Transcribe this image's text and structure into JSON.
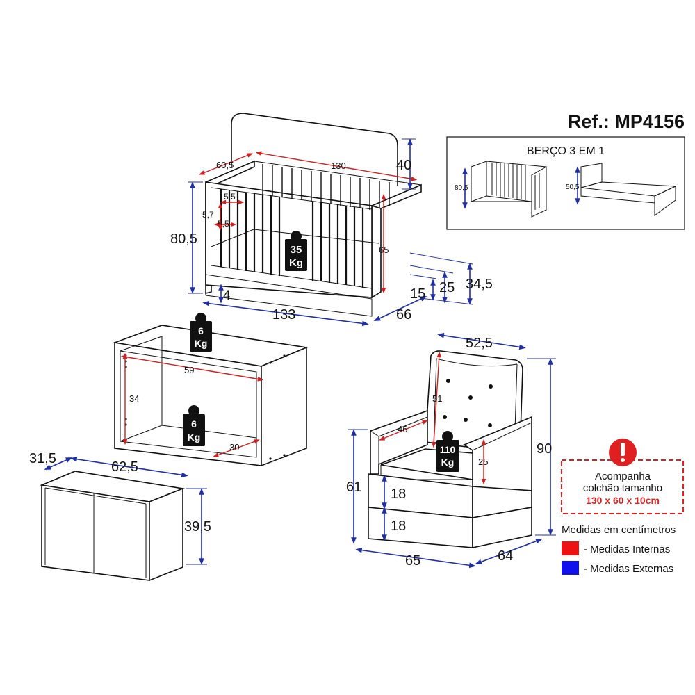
{
  "header": {
    "reference": "Ref.: MP4156"
  },
  "crib_modes_box": {
    "title": "BERÇO 3 EM 1",
    "crib_height": "80,5",
    "bed_height": "50,5"
  },
  "crib": {
    "width_ext": "133",
    "depth_int": "60,5",
    "length_int": "130",
    "headboard_height": "40",
    "height_ext": "80,5",
    "slat_gap_a": "5,5",
    "slat_gap_b": "5,5",
    "slat_width": "5,7",
    "rail_height_int": "65",
    "load": "35",
    "load_unit": "Kg",
    "depth_ext": "66",
    "base_offset": "4",
    "mattress_h1": "15",
    "mattress_h2": "25",
    "mattress_h3": "34,5"
  },
  "changing_table": {
    "top_load": "6",
    "shelf_load": "6",
    "load_unit": "Kg",
    "width_int": "59",
    "height_int": "34",
    "depth_int": "30"
  },
  "cabinet": {
    "depth_ext": "31,5",
    "width_ext": "62,5",
    "height_ext": "39,5"
  },
  "armchair": {
    "width_back": "52,5",
    "back_height": "51",
    "seat_width": "46",
    "load": "110",
    "load_unit": "Kg",
    "arm_height": "25",
    "total_height": "90",
    "seat_height": "61",
    "cushion1": "18",
    "cushion2": "18",
    "width_ext": "65",
    "depth_ext": "64"
  },
  "notice": {
    "line1": "Acompanha",
    "line2": "colchão tamanho",
    "line3": "130 x 60 x 10cm",
    "icon": "alert-icon",
    "color": "#e02020"
  },
  "legend": {
    "title": "Medidas em centímetros",
    "items": [
      {
        "label": "- Medidas Internas",
        "color": "#ee1111"
      },
      {
        "label": "- Medidas Externas",
        "color": "#1111ee"
      }
    ]
  },
  "colors": {
    "external": "#1f2fa8",
    "internal": "#d11f1f"
  }
}
